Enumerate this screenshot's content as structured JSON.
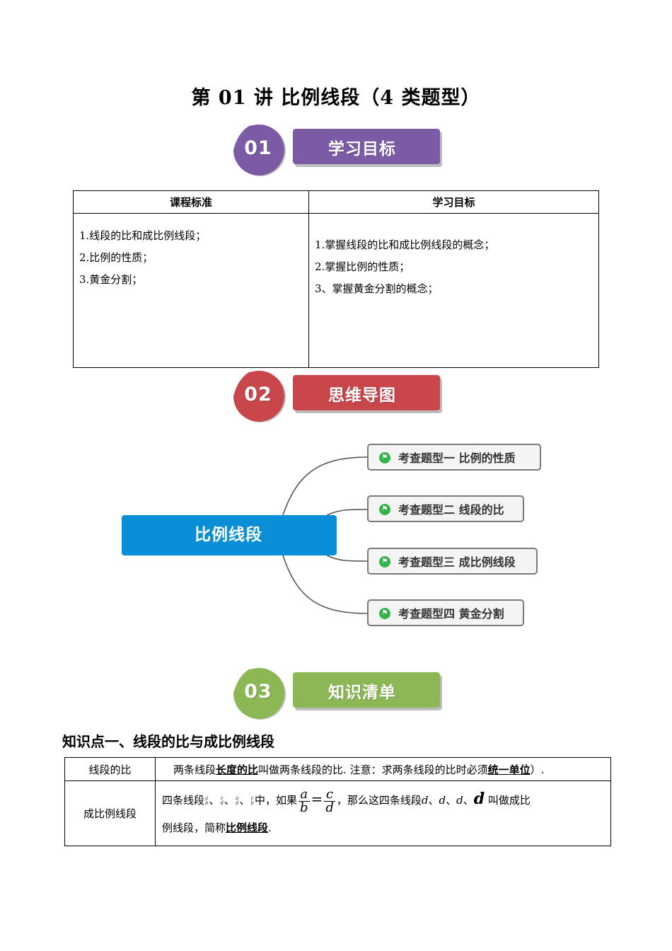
{
  "title": "第 01 讲  比例线段（4 类题型）",
  "sections": [
    {
      "num": "01",
      "label": "学习目标",
      "color": "#7b5aa6"
    },
    {
      "num": "02",
      "label": "思维导图",
      "color": "#c9474a"
    },
    {
      "num": "03",
      "label": "知识清单",
      "color": "#8cb755"
    }
  ],
  "goals_table": {
    "headers": [
      "课程标准",
      "学习目标"
    ],
    "standards": [
      "1.线段的比和成比例线段；",
      "2.比例的性质；",
      "3.黄金分割；"
    ],
    "objectives": [
      "1.掌握线段的比和成比例线段的概念；",
      "2.掌握比例的性质；",
      "3、掌握黄金分割的概念；"
    ]
  },
  "mindmap": {
    "central": "比例线段",
    "central_color": "#0a8fd6",
    "nodes": [
      "考查题型一 比例的性质",
      "考查题型二 线段的比",
      "考查题型三 成比例线段",
      "考查题型四 黄金分割"
    ]
  },
  "knowledge": {
    "heading": "知识点一、线段的比与成比例线段",
    "row1": {
      "label": "线段的比",
      "text_a": "两条线段",
      "text_b": "长度的比",
      "text_c": "叫做两条线段的比. 注意：求两条线段的比时必须",
      "text_d": "统一单位",
      "text_e": "）."
    },
    "row2": {
      "label": "成比例线段",
      "text_a": "四条线段",
      "tiny1": [
        "a",
        "b",
        "c",
        "d"
      ],
      "sep": "、",
      "text_b": "中，如果",
      "frac_left": [
        "a",
        "b"
      ],
      "eq": "=",
      "frac_right": [
        "c",
        "d"
      ],
      "text_c": "，那么这四条线段",
      "letters": [
        "d",
        "d",
        "d",
        "d"
      ],
      "text_d": "叫做成比",
      "text_e": "例线段，简称",
      "text_f": "比例线段",
      "text_g": "."
    }
  }
}
